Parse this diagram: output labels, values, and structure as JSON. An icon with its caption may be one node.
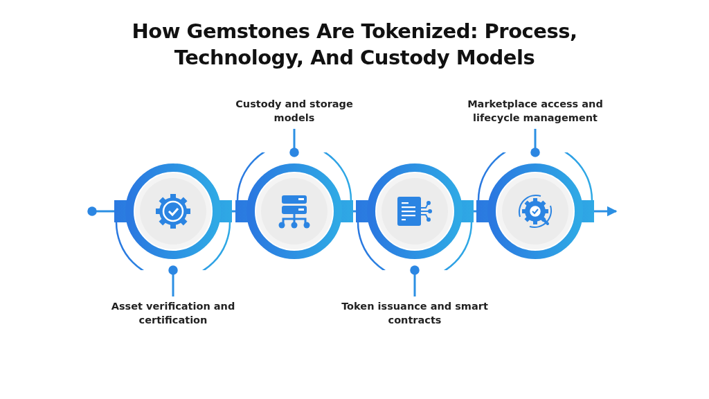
{
  "diagram": {
    "title": "How Gemstones Are Tokenized: Process, Technology, And Custody Models",
    "nodes": [
      {
        "text": [],
        "shape": "circle"
      },
      {
        "text": [],
        "shape": "circle"
      },
      {
        "text": [],
        "shape": "circle"
      },
      {
        "text": [],
        "shape": "circle"
      },
      {
        "text": [
          "Asset verification and certification"
        ]
      },
      {
        "text": [
          "Custody and storage models"
        ]
      },
      {
        "text": [
          "Token issuance and smart contracts"
        ]
      },
      {
        "text": [
          "Marketplace access and lifecycle management"
        ]
      }
    ],
    "edges": [
      {
        "from": null,
        "to": 0,
        "arrow": "other"
      },
      {
        "from": 0,
        "to": 1,
        "arrow": "none"
      },
      {
        "from": 1,
        "to": 2,
        "arrow": "none"
      },
      {
        "from": 2,
        "to": 3,
        "arrow": "none"
      },
      {
        "from": 3,
        "to": null,
        "arrow": "to"
      },
      {
        "from": 4,
        "to": 0,
        "arrow": "other"
      },
      {
        "from": 5,
        "to": 1,
        "arrow": "other"
      },
      {
        "from": 6,
        "to": 2,
        "arrow": "other"
      },
      {
        "from": 7,
        "to": 3,
        "arrow": "other"
      }
    ]
  }
}
